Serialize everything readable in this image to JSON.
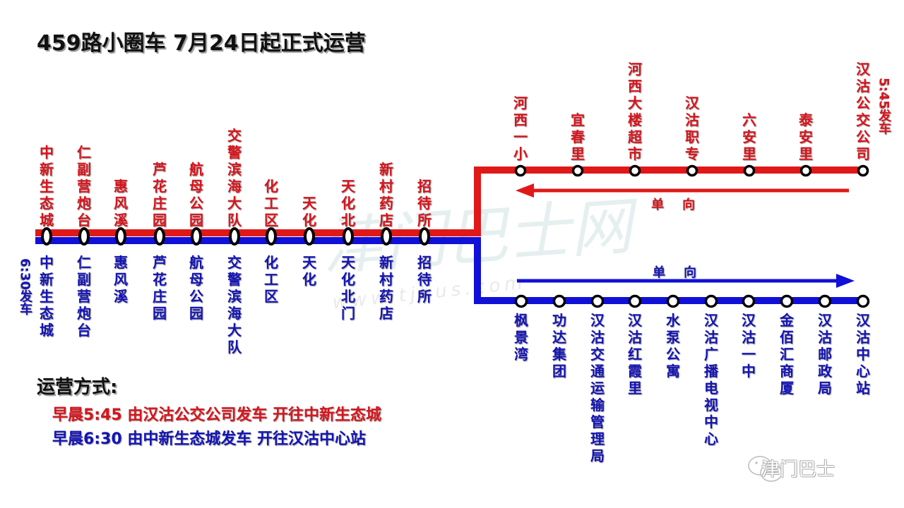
{
  "title": "459路小圈车  7月24日起正式运营",
  "colors": {
    "red_line": "#e01818",
    "blue_line": "#1010d8",
    "red_text": "#d8141c",
    "blue_text": "#1414b4"
  },
  "watermark": {
    "main": "津门巴士网",
    "url": "www.tjbus.com"
  },
  "trunk_red_labels": [
    "中新生态城",
    "仁副营炮台",
    "惠风溪",
    "芦花庄园",
    "航母公园",
    "交警滨海大队",
    "化工区",
    "天化",
    "天化北",
    "新村药店",
    "招待所"
  ],
  "trunk_blue_labels": [
    "中新生态城",
    "仁副营炮台",
    "惠风溪",
    "芦花庄园",
    "航母公园",
    "交警滨海大队",
    "化工区",
    "天化",
    "天化北门",
    "新村药店",
    "招待所"
  ],
  "trunk_blue_departure": "6:30发车",
  "red_branch": {
    "stops": [
      "河西一小",
      "宜春里",
      "河西大楼超市",
      "汉沽职专",
      "六安里",
      "泰安里",
      "汉沽公交公司"
    ],
    "departure": "5:45发车",
    "direction": "单向"
  },
  "blue_branch": {
    "stops": [
      "枫景湾",
      "功达集团",
      "汉沽交通运输管理局",
      "汉沽红霞里",
      "水泵公寓",
      "汉沽广播电视中心",
      "汉沽一中",
      "金佰汇商厦",
      "汉沽邮政局",
      "汉沽中心站"
    ],
    "direction": "单向"
  },
  "operations": {
    "heading": "运营方式:",
    "lines": [
      {
        "text": "早晨5:45  由汉沽公交公司发车  开往中新生态城",
        "color": "red"
      },
      {
        "text": "早晨6:30  由中新生态城发车  开往汉沽中心站",
        "color": "blue"
      }
    ]
  },
  "brand": {
    "name": "津门巴士",
    "icon": "wechat-icon"
  }
}
